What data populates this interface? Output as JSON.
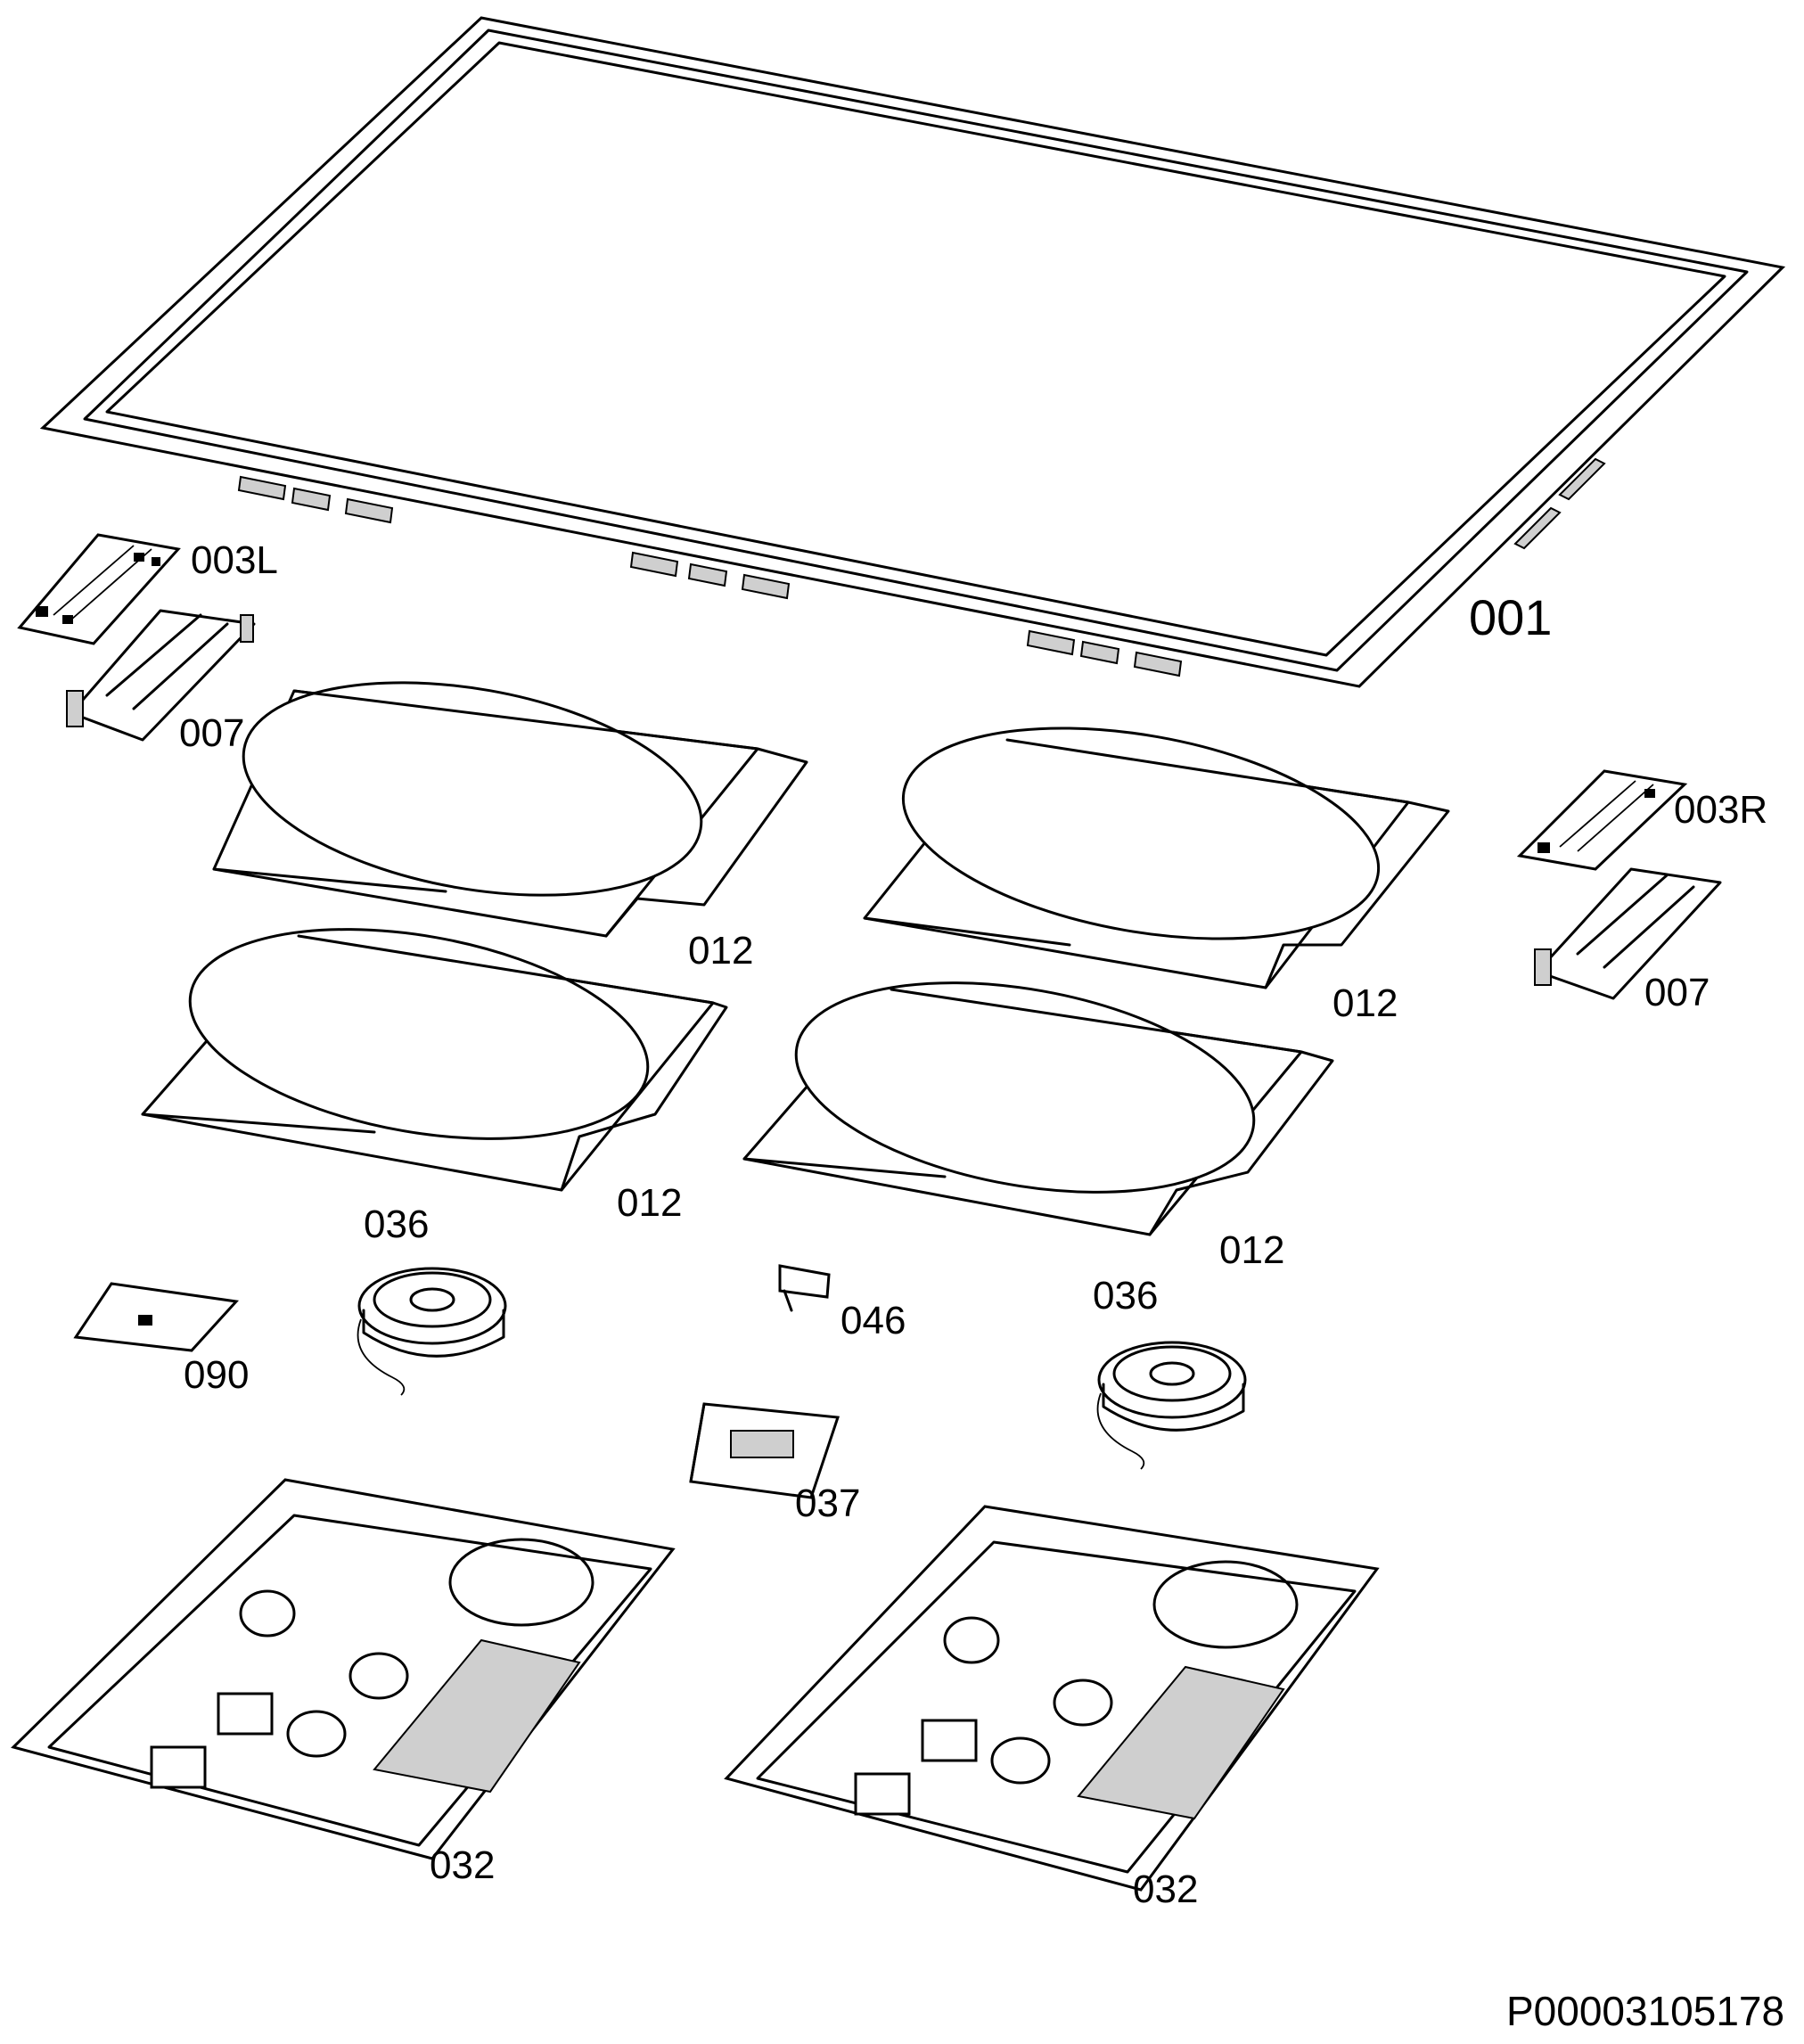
{
  "labels": {
    "glass_top": "001",
    "control_left": "003L",
    "control_right": "003R",
    "bracket_left": "007",
    "bracket_right": "007",
    "coil_1": "012",
    "coil_2": "012",
    "coil_3": "012",
    "coil_4": "012",
    "fan_left": "036",
    "fan_right": "036",
    "clip": "046",
    "plate": "090",
    "terminal_block": "037",
    "board_left": "032",
    "board_right": "032"
  },
  "document_code": "P00003105178"
}
